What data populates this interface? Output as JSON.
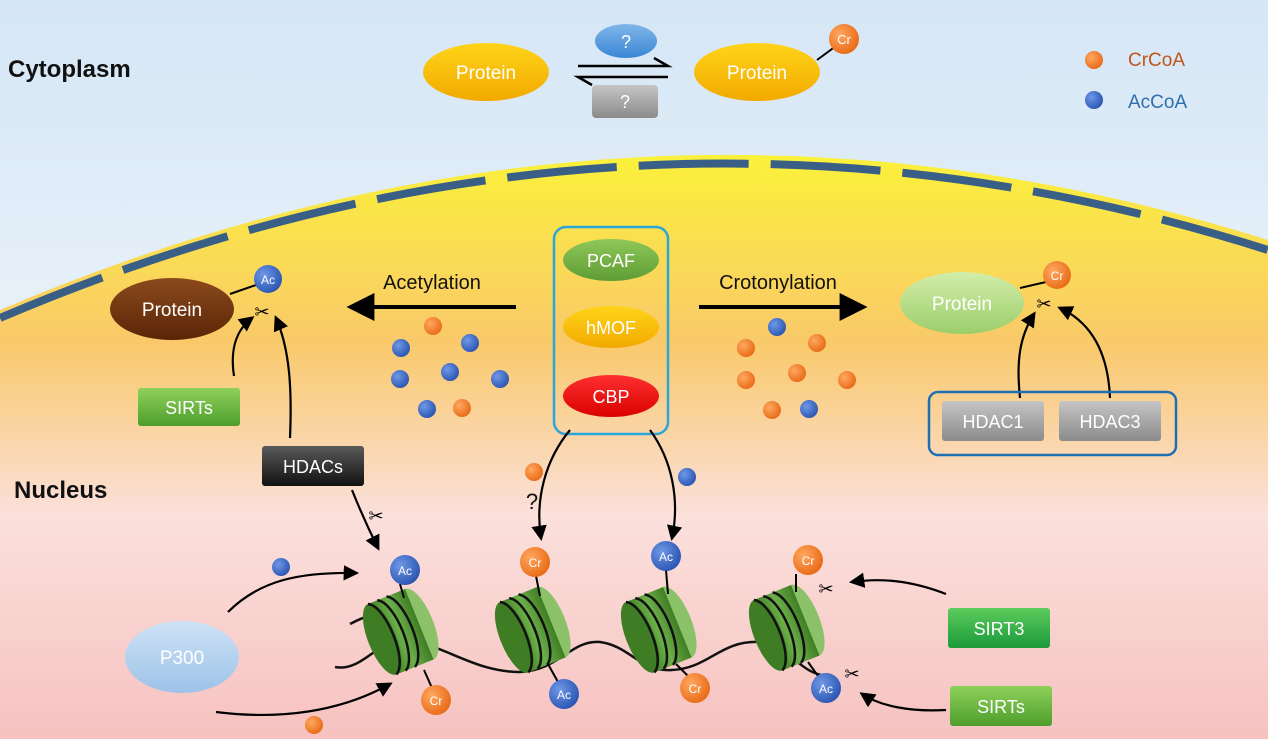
{
  "regions": {
    "cytoplasm": "Cytoplasm",
    "nucleus": "Nucleus"
  },
  "legend": {
    "crcoa": {
      "label": "CrCoA",
      "color": "#ee7b2c"
    },
    "accoa": {
      "label": "AcCoA",
      "color": "#3d6cc9"
    }
  },
  "cytoplasm_reaction": {
    "left_protein": "Protein",
    "right_protein": "Protein",
    "writer_unknown": "?",
    "eraser_unknown": "?",
    "mark": "Cr"
  },
  "enzymes": {
    "pcaf": "PCAF",
    "hmof": "hMOF",
    "cbp": "CBP",
    "p300": "P300",
    "hdac1": "HDAC1",
    "hdac3": "HDAC3",
    "hdacs": "HDACs",
    "sirts_left": "SIRTs",
    "sirt3": "SIRT3",
    "sirts_bottom": "SIRTs"
  },
  "processes": {
    "acetylation": "Acetylation",
    "crotonylation": "Crotonylation",
    "unknown_path": "?"
  },
  "nucleus_proteins": {
    "acetylated": "Protein",
    "crotonylated": "Protein"
  },
  "marks": {
    "ac": "Ac",
    "cr": "Cr"
  },
  "colors": {
    "brown_protein": "#6b2e0c",
    "green_protein": "#b8dc8a",
    "yellow_protein": "#f5b800",
    "enzyme_box": "#2aa7d8",
    "hdac_box": "#1f6fb3",
    "membrane": "#3a5f86",
    "nucleosome": "#4c8a2e"
  }
}
